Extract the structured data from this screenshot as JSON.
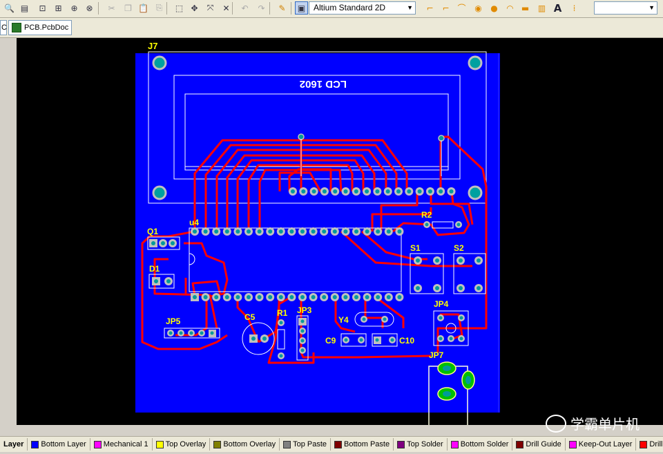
{
  "view_mode": "Altium Standard 2D",
  "document_tab": {
    "left_fragment": "C",
    "label": "PCB.PcbDoc"
  },
  "colors": {
    "board": "#0000ff",
    "trace": "#ff0000",
    "overlay": "#ffff00",
    "pad": "#c0c0c0",
    "via": "#009a9a",
    "outline": "#ffffff",
    "background": "#000000",
    "jumper": "#00c000"
  },
  "toolbar_icons": [
    "zoom-icon",
    "open-icon",
    "zoom-fit-icon",
    "zoom-area-icon",
    "zoom-select-icon",
    "zoom-selected-icon",
    "cut-icon",
    "copy-icon",
    "paste-icon",
    "rubber-stamp-icon",
    "select-area-icon",
    "move-icon",
    "select-net-icon",
    "deselect-icon",
    "undo-icon",
    "redo-icon",
    "highlight-icon",
    "component-icon"
  ],
  "place_icons": [
    "place-track-icon",
    "place-line-icon",
    "place-arc-icon",
    "place-pad-icon",
    "place-via-icon",
    "place-arc2-icon",
    "place-fill-icon",
    "place-coordinate-icon",
    "place-string-icon",
    "place-array-icon"
  ],
  "designators": {
    "j7": "J7",
    "lcd": "LCD 1602",
    "u4": "u4",
    "q1": "Q1",
    "d1": "D1",
    "r2": "R2",
    "s1": "S1",
    "s2": "S2",
    "c5": "C5",
    "r1": "R1",
    "jp3": "JP3",
    "y4": "Y4",
    "c9": "C9",
    "c10": "C10",
    "jp4": "JP4",
    "jp5": "JP5",
    "jp7": "JP7"
  },
  "layers": [
    {
      "name": "Layer",
      "color": ""
    },
    {
      "name": "Bottom Layer",
      "color": "#0000ff"
    },
    {
      "name": "Mechanical 1",
      "color": "#ff00ff"
    },
    {
      "name": "Top Overlay",
      "color": "#ffff00"
    },
    {
      "name": "Bottom Overlay",
      "color": "#808000"
    },
    {
      "name": "Top Paste",
      "color": "#808080"
    },
    {
      "name": "Bottom Paste",
      "color": "#800000"
    },
    {
      "name": "Top Solder",
      "color": "#800080"
    },
    {
      "name": "Bottom Solder",
      "color": "#ff00ff"
    },
    {
      "name": "Drill Guide",
      "color": "#800000"
    },
    {
      "name": "Keep-Out Layer",
      "color": "#ff00ff"
    },
    {
      "name": "Drill Drawing",
      "color": "#ff0000"
    }
  ],
  "watermark": "学霸单片机"
}
